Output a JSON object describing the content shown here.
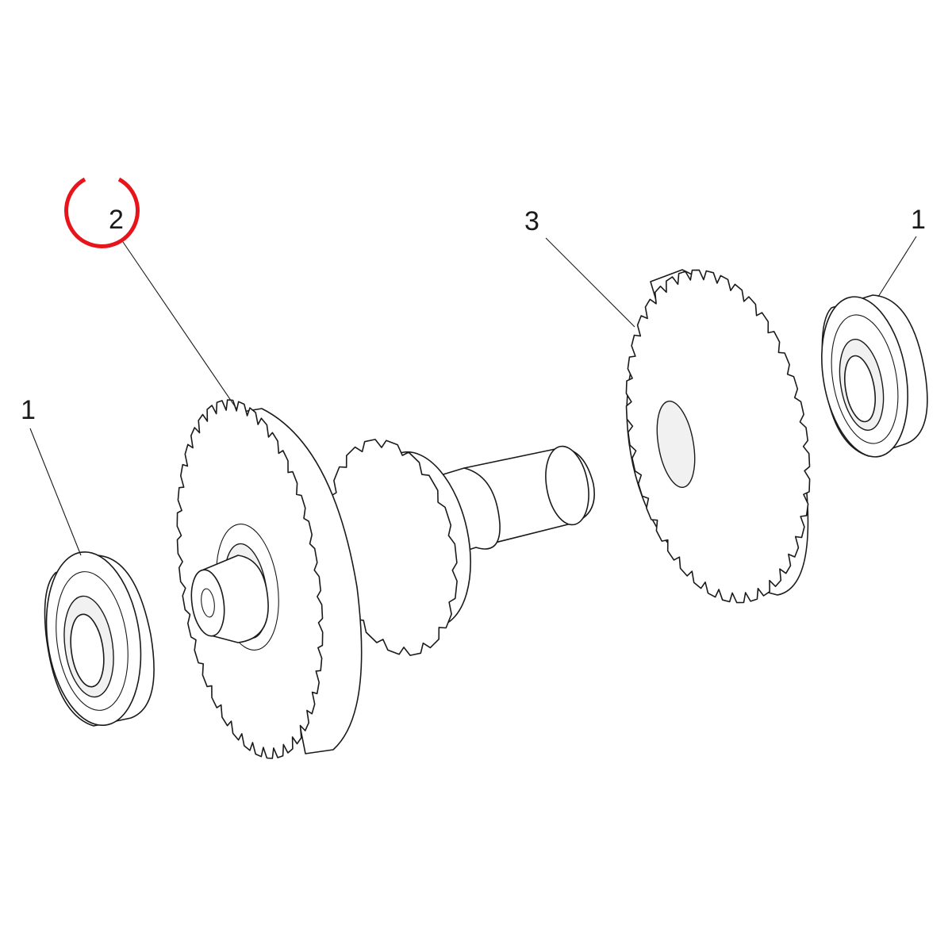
{
  "callouts": {
    "bearing_left": "1",
    "gear_left": "2",
    "gear_right": "3",
    "bearing_right": "1"
  },
  "highlight_color": "#e8141b"
}
